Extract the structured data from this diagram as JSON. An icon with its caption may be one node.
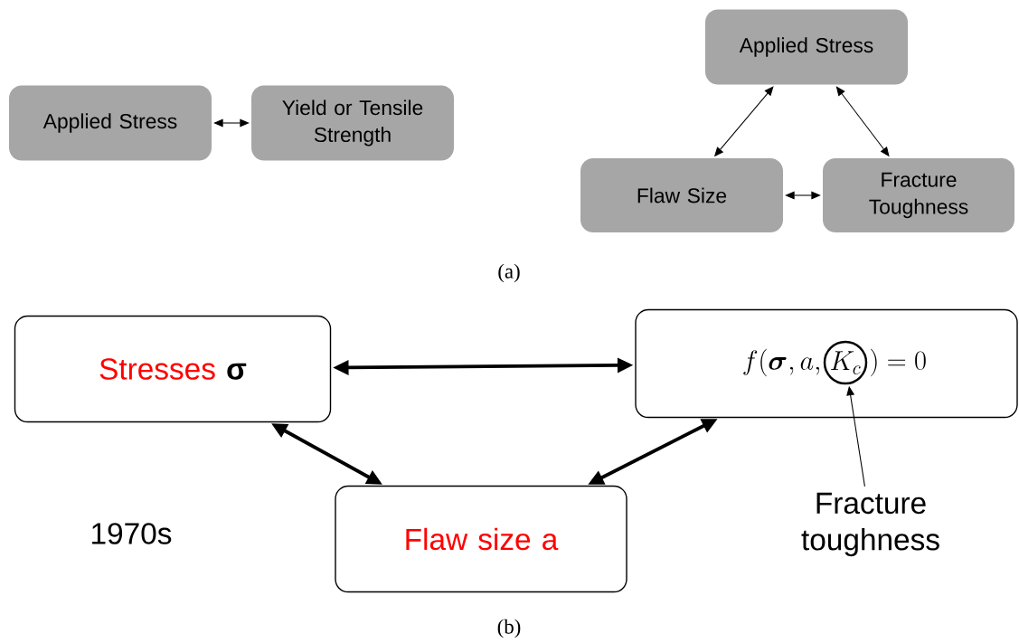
{
  "diagram": {
    "nodes": [
      {
        "text": [
          "Applied Stress"
        ]
      },
      {
        "text": [
          "Yield or Tensile Strength"
        ]
      },
      {
        "text": [
          "Applied Stress"
        ]
      },
      {
        "text": [
          "Flaw Size"
        ]
      },
      {
        "text": [
          "Fracture Toughness"
        ]
      },
      {
        "text": [
          "Stresses",
          "σ"
        ]
      },
      {
        "text": [
          "f(\\boldsymbol{\\sigma}, a,",
          ") = 0"
        ]
      },
      {
        "text": [
          "K_c"
        ],
        "in": 6
      },
      {
        "text": [
          "Flaw size a"
        ]
      },
      {
        "text": [
          "Fracture toughness"
        ]
      }
    ],
    "edges": [
      {
        "from": 0,
        "to": 1,
        "arrow": "both"
      },
      {
        "from": 2,
        "to": 3,
        "arrow": "both"
      },
      {
        "from": 2,
        "to": 4,
        "arrow": "both"
      },
      {
        "from": 3,
        "to": 4,
        "arrow": "both"
      },
      {
        "from": 5,
        "to": 6,
        "arrow": "both",
        "style": "thick"
      },
      {
        "from": 5,
        "to": 8,
        "arrow": "both",
        "style": "thick"
      },
      {
        "from": 6,
        "to": 8,
        "arrow": "both",
        "style": "thick"
      },
      {
        "from": 9,
        "to": 7,
        "arrow": "to"
      }
    ],
    "labels": [
      "(a)",
      "1970s",
      "(b)"
    ]
  }
}
